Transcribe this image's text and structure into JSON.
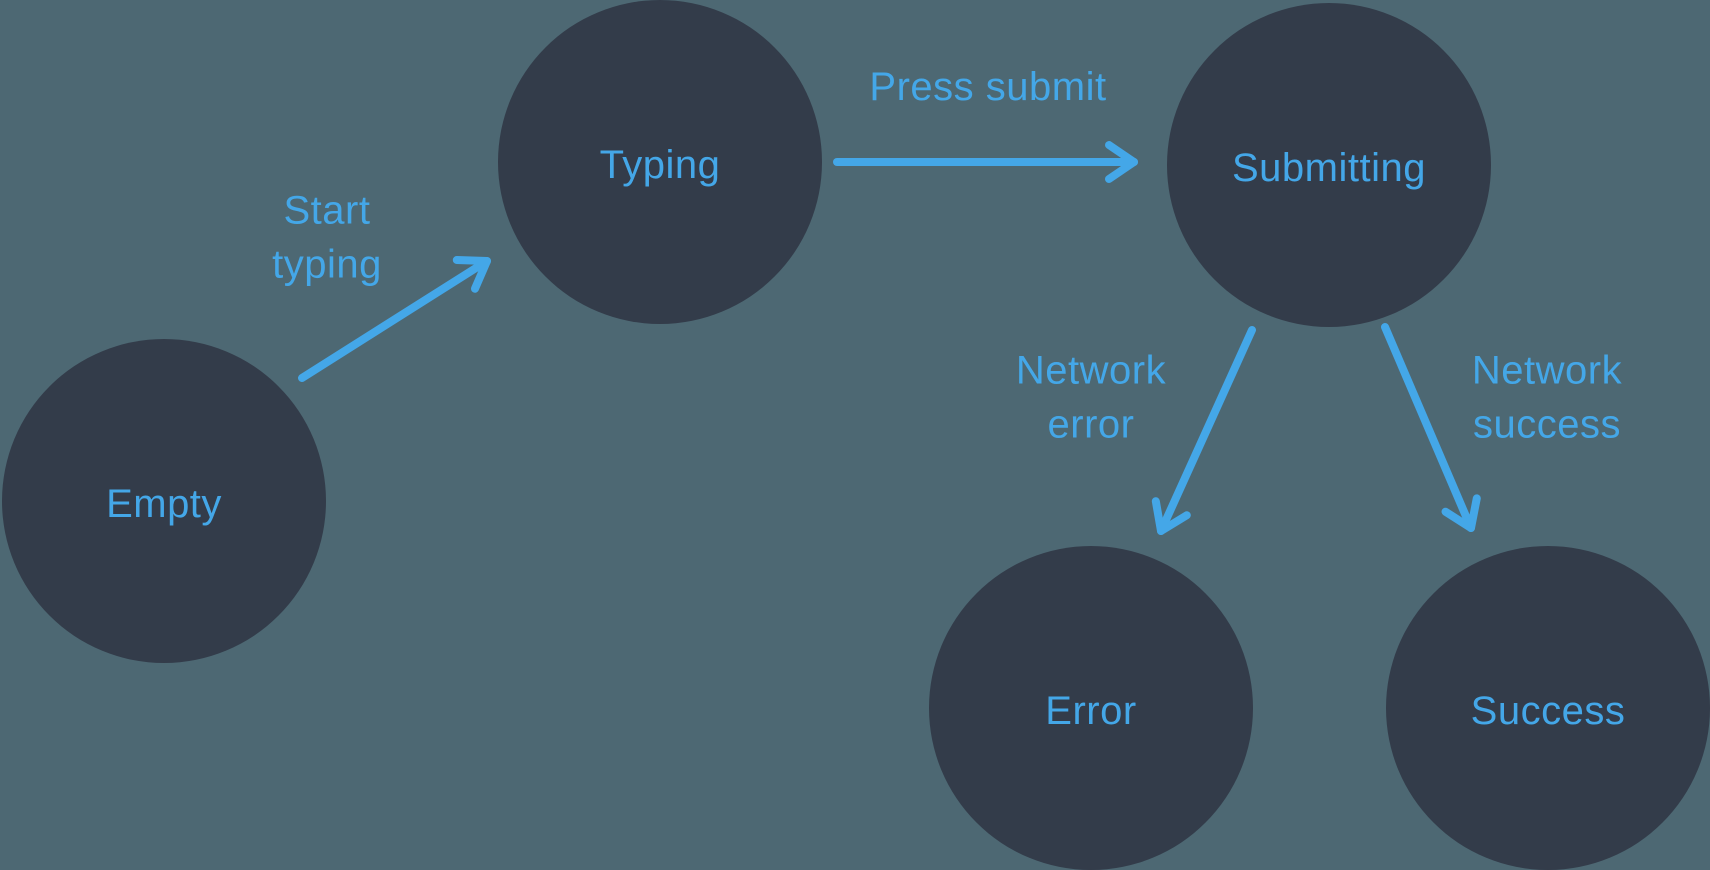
{
  "colors": {
    "background": "#4D6873",
    "node_fill": "#333C4A",
    "accent": "#44A7E8"
  },
  "diagram": {
    "type": "state-machine",
    "nodes": [
      {
        "id": "empty",
        "label": "Empty"
      },
      {
        "id": "typing",
        "label": "Typing"
      },
      {
        "id": "submitting",
        "label": "Submitting"
      },
      {
        "id": "error",
        "label": "Error"
      },
      {
        "id": "success",
        "label": "Success"
      }
    ],
    "edges": [
      {
        "from": "empty",
        "to": "typing",
        "label": "Start typing"
      },
      {
        "from": "typing",
        "to": "submitting",
        "label": "Press submit"
      },
      {
        "from": "submitting",
        "to": "error",
        "label": "Network error"
      },
      {
        "from": "submitting",
        "to": "success",
        "label": "Network success"
      }
    ]
  }
}
